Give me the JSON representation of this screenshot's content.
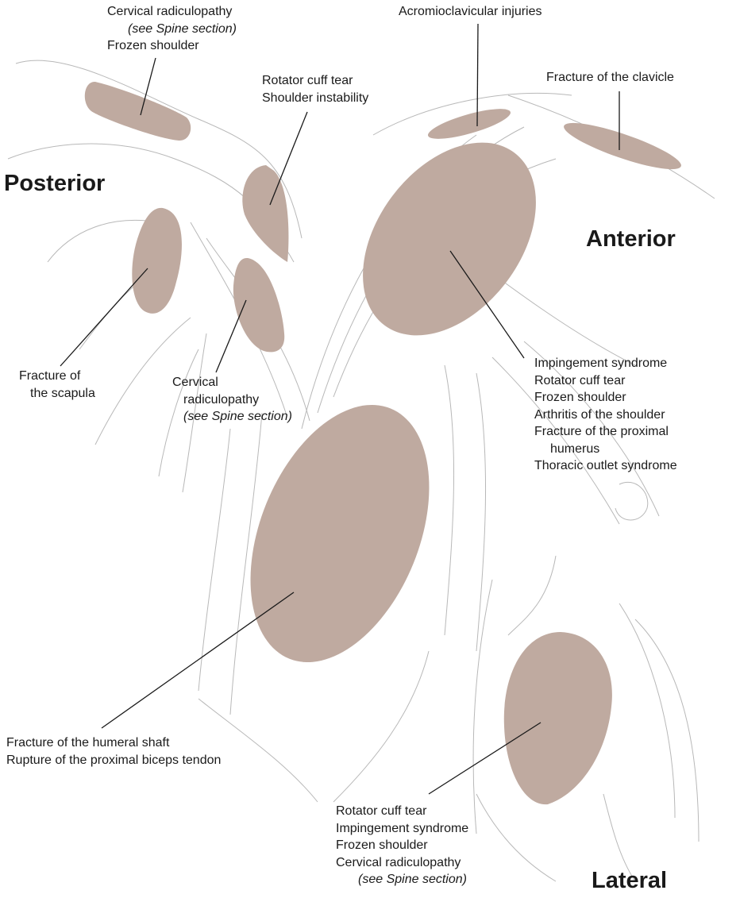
{
  "colors": {
    "region_fill": "#bfaaa0",
    "leader_line": "#1a1a1a",
    "sketch_line": "#b8b8b8"
  },
  "views": {
    "posterior": "Posterior",
    "anterior": "Anterior",
    "lateral": "Lateral"
  },
  "labels": {
    "posterior_top": {
      "line1": "Cervical radiculopathy",
      "line2": "(see Spine section)",
      "line3": "Frozen shoulder"
    },
    "rotator_cuff_top": {
      "line1": "Rotator cuff tear",
      "line2": "Shoulder instability"
    },
    "scapula": {
      "line1": "Fracture of",
      "line2": "the scapula"
    },
    "cervical_mid": {
      "line1": "Cervical",
      "line2": "radiculopathy",
      "line3": "(see Spine section)"
    },
    "acromioclavicular": {
      "line1": "Acromioclavicular injuries"
    },
    "clavicle": {
      "line1": "Fracture of the clavicle"
    },
    "anterior_main": {
      "line1": "Impingement syndrome",
      "line2": "Rotator cuff tear",
      "line3": "Frozen shoulder",
      "line4": "Arthritis of the shoulder",
      "line5": "Fracture of the proximal",
      "line6": "humerus",
      "line7": "Thoracic outlet syndrome"
    },
    "humeral": {
      "line1": "Fracture of the humeral shaft",
      "line2": "Rupture of the proximal biceps tendon"
    },
    "lateral": {
      "line1": "Rotator cuff tear",
      "line2": "Impingement syndrome",
      "line3": "Frozen shoulder",
      "line4": "Cervical radiculopathy",
      "line5": "(see Spine section)"
    }
  }
}
